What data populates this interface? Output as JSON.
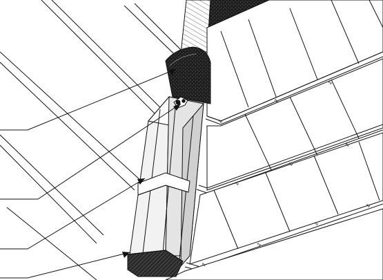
{
  "figure": {
    "colors": {
      "line": "#111111",
      "background": "#ffffff",
      "fill_light": "#f2f2f2",
      "fill_mid": "#d6d6d6",
      "fill_dark": "#2a2a2a",
      "hatch": "#3a3a3a"
    },
    "parts": [
      "roof-tile-rows",
      "ridge-roll",
      "tile-mitre-cover",
      "fixing-clip",
      "leader-line"
    ],
    "leader_count": 4,
    "tile_rows": 3,
    "tile_clip_mark": "∿"
  }
}
